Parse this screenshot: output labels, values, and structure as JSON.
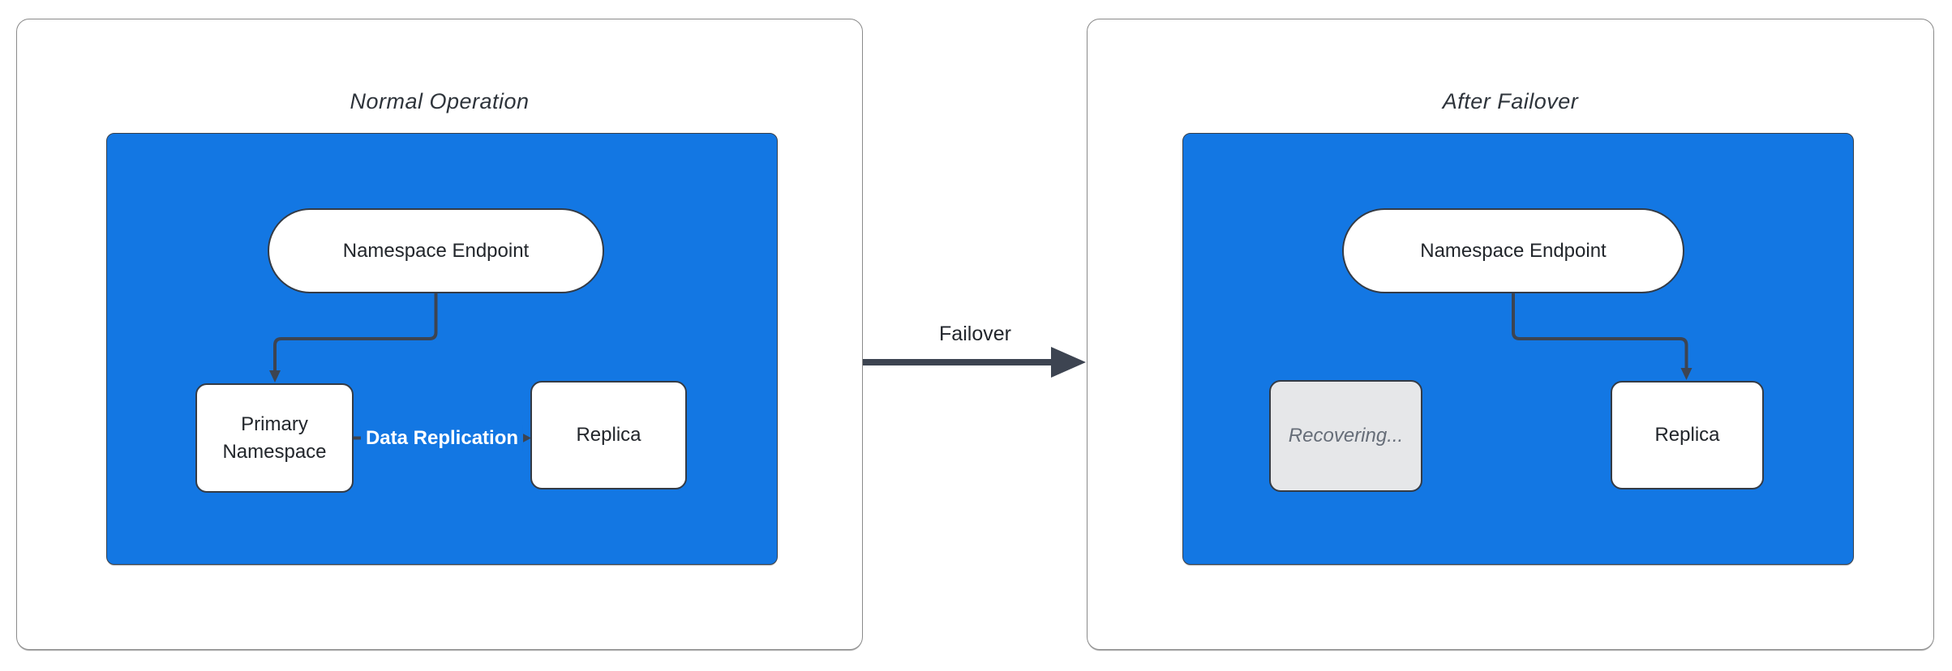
{
  "panels": [
    {
      "title": "Normal Operation",
      "endpoint": "Namespace Endpoint",
      "left_node": "Primary Namespace",
      "right_node": "Replica",
      "edge_label": "Data Replication"
    },
    {
      "title": "After Failover",
      "endpoint": "Namespace Endpoint",
      "left_node": "Recovering...",
      "right_node": "Replica"
    }
  ],
  "failover": {
    "label": "Failover"
  },
  "colors": {
    "container_blue": "#1377E3",
    "edge_dark": "#3D4451",
    "node_border": "#343B45",
    "node_fill": "#FFFFFF",
    "recovering_fill": "#E6E7E9",
    "recovering_text": "#666D78",
    "panel_border": "#8A8A8A",
    "text_dark": "#22262B"
  }
}
